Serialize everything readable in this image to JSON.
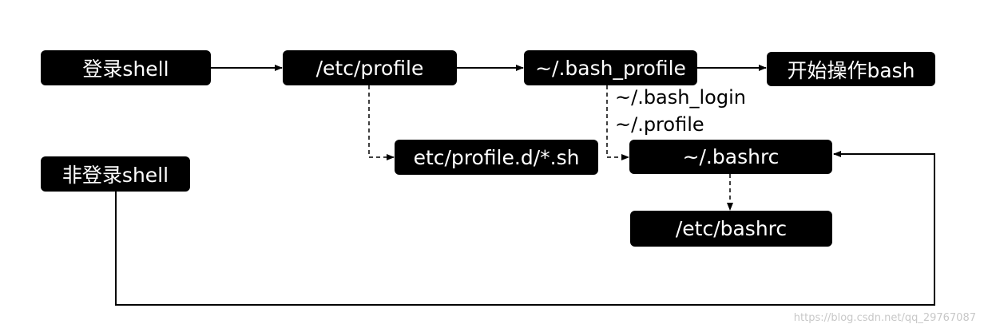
{
  "nodes": {
    "login_shell": "登录shell",
    "etc_profile": "/etc/profile",
    "bash_profile": "~/.bash_profile",
    "start_bash": "开始操作bash",
    "non_login_shell": "非登录shell",
    "profile_d": "etc/profile.d/*.sh",
    "bashrc": "~/.bashrc",
    "etc_bashrc": "/etc/bashrc"
  },
  "labels": {
    "bash_login": "~/.bash_login",
    "profile": "~/.profile"
  },
  "watermark": "https://blog.csdn.net/qq_29767087",
  "colors": {
    "node_fill": "#000000",
    "node_text": "#ffffff",
    "line": "#000000",
    "watermark": "#c8c8c8"
  }
}
